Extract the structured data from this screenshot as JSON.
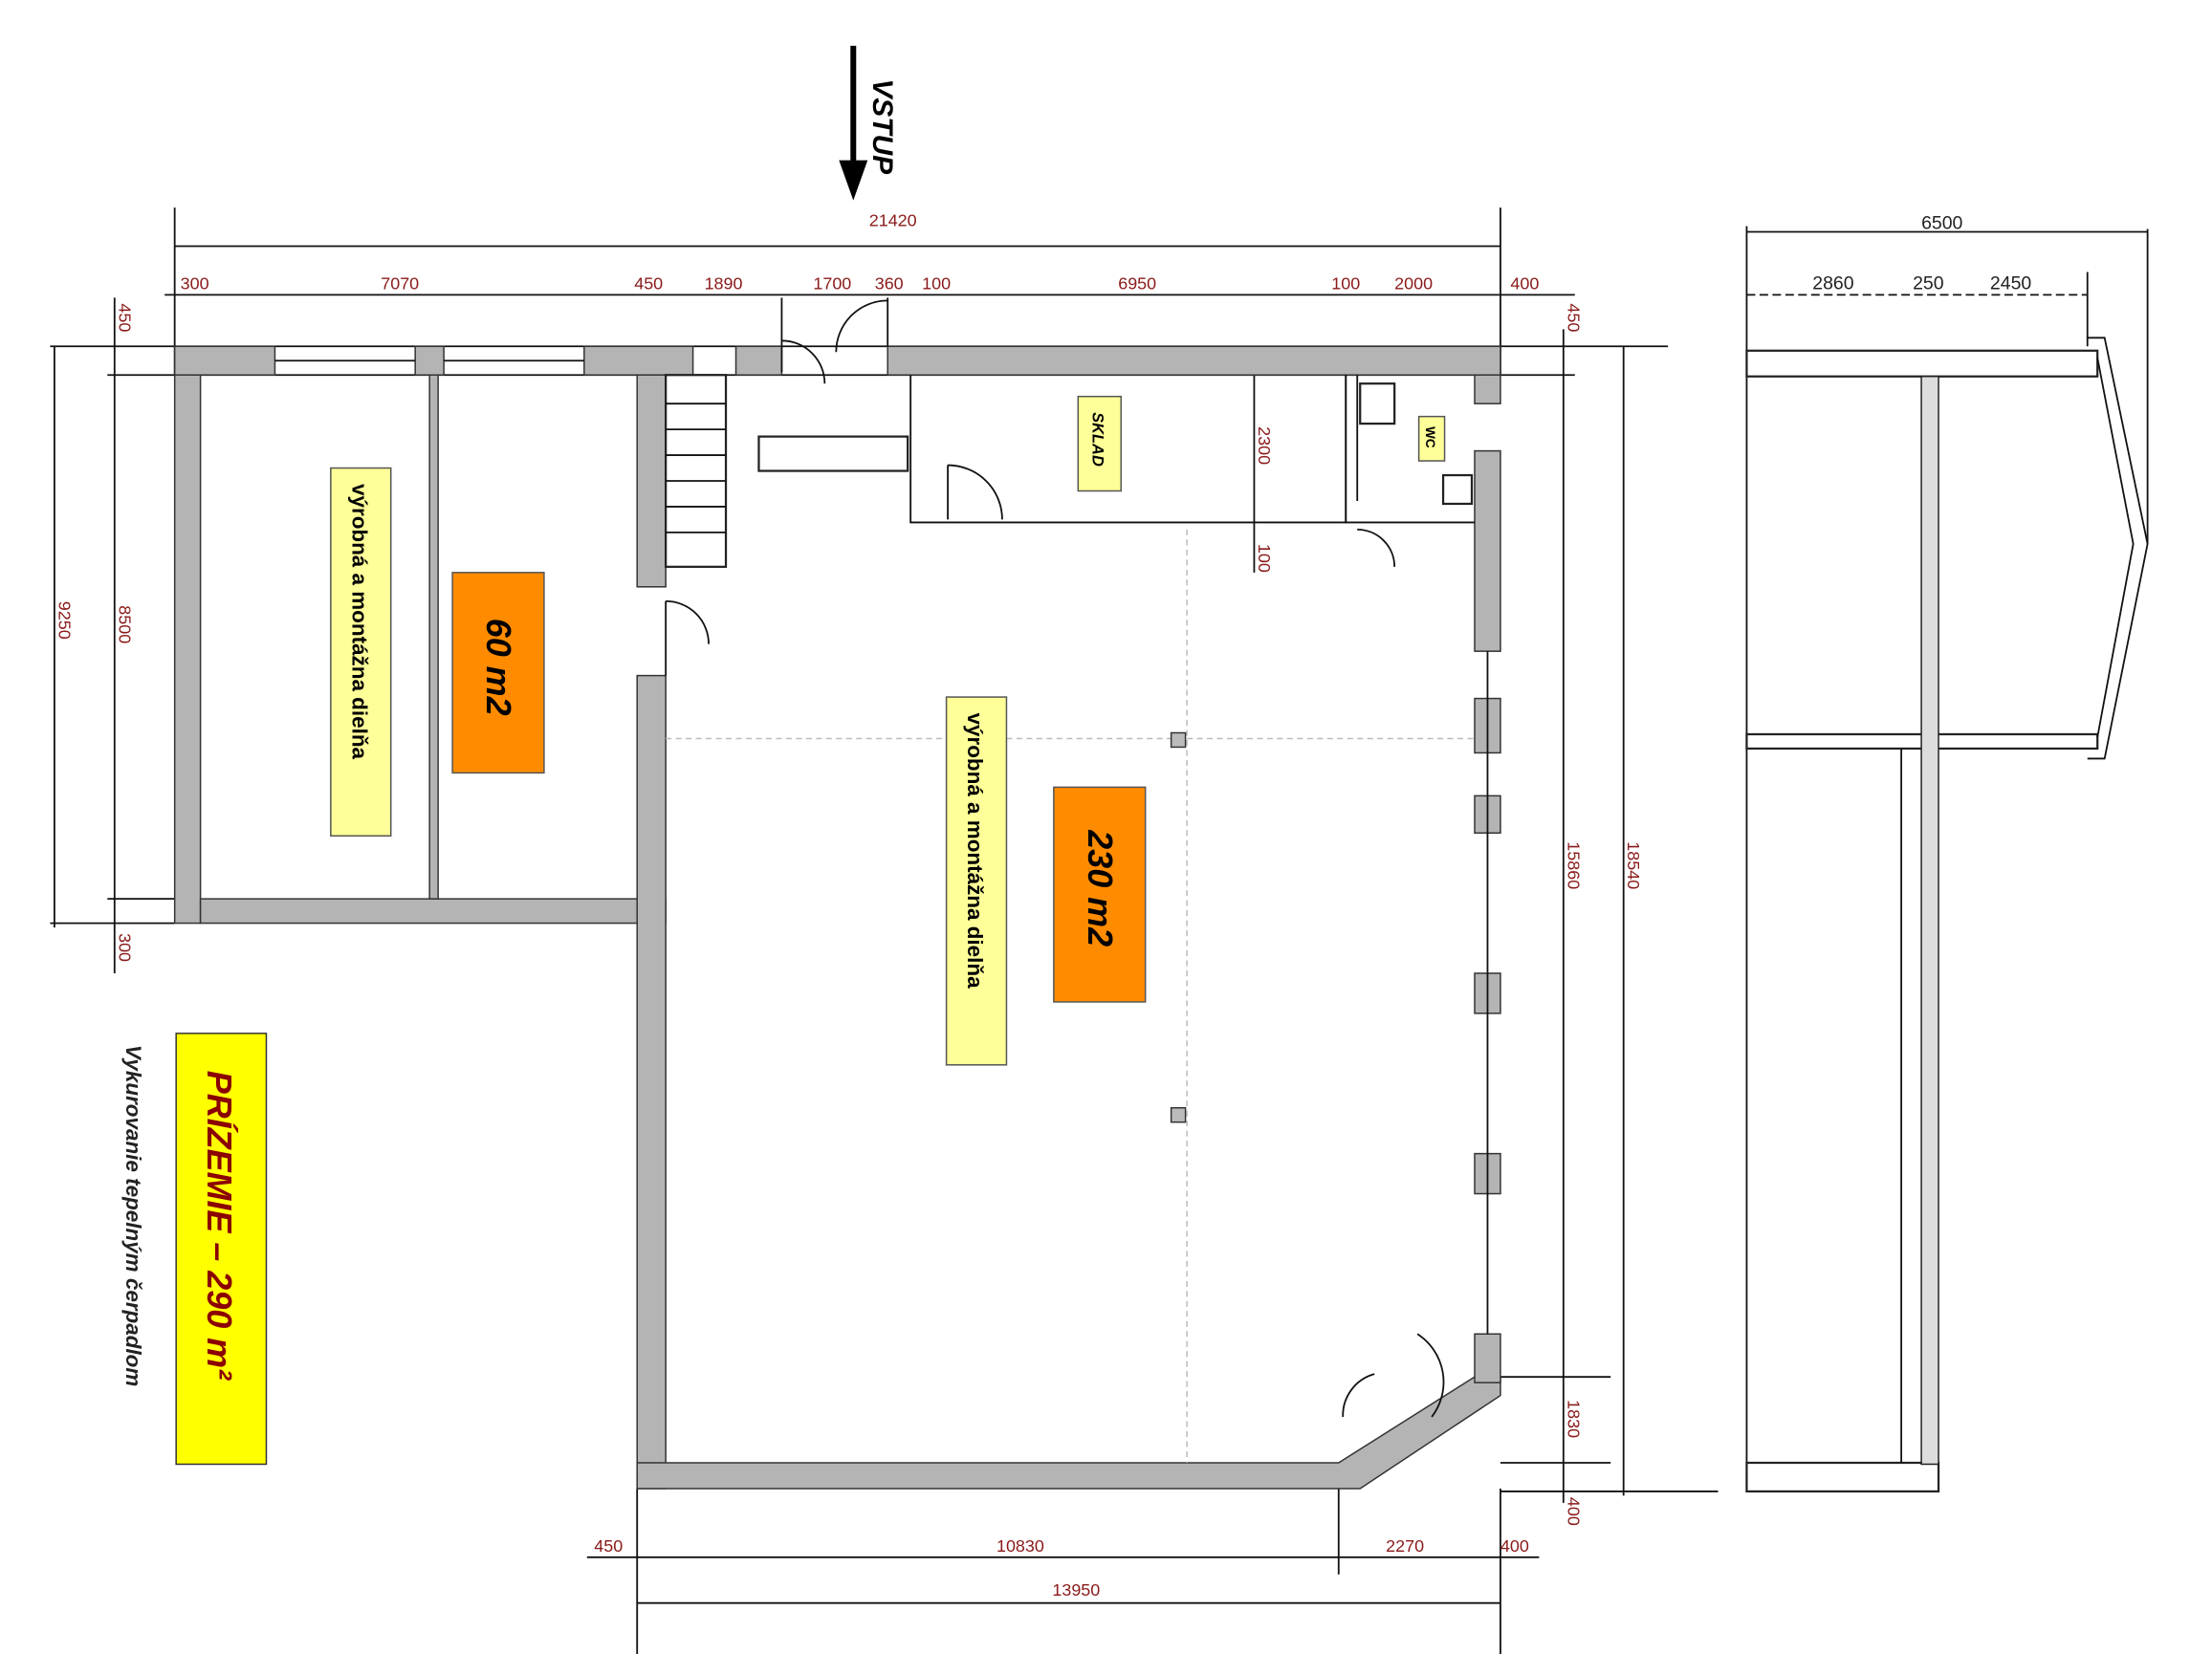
{
  "entrance_label": "VSTUP",
  "dimensions": {
    "top_total": "21420",
    "top_row": [
      "300",
      "7070",
      "450",
      "1890",
      "1700",
      "360",
      "100",
      "6950",
      "100",
      "2000",
      "400"
    ],
    "left": [
      "450",
      "9250",
      "8500",
      "300"
    ],
    "sklad": [
      "2300",
      "100"
    ],
    "right": [
      "450",
      "15860",
      "18540",
      "1830",
      "400"
    ],
    "bottom_row": [
      "450",
      "10830",
      "2270",
      "400"
    ],
    "bottom_total": "13950",
    "section_total": "6500",
    "section_row": [
      "2860",
      "250",
      "2450"
    ]
  },
  "rooms": {
    "small_workshop_label": "výrobná a montážna dielňa",
    "small_area": "60 m2",
    "large_workshop_label": "výrobná a montážna dielňa",
    "large_area": "230 m2",
    "storage_label": "SKLAD",
    "wc_label": "WC"
  },
  "floor_title": "PRÍZEMIE – 290 m²",
  "heating_note": "Vykurovanie tepelným čerpadlom",
  "colors": {
    "yellow": "#ffff00",
    "pale_yellow": "#ffff99",
    "orange": "#ff8c00",
    "dim_red": "#8b1a1a",
    "title_red": "#8b0000",
    "wall": "#b4b4b4"
  }
}
